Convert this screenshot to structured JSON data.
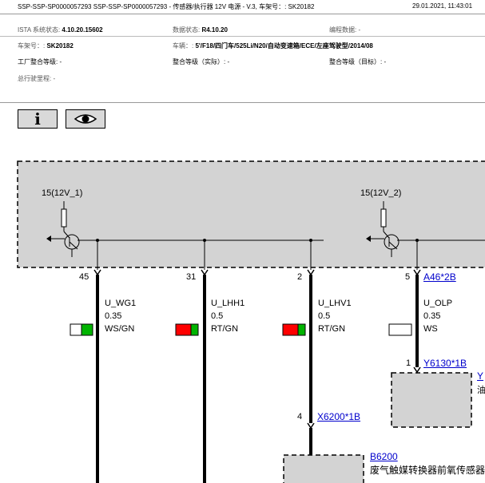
{
  "header": {
    "title": "SSP-SSP-SP0000057293 SSP-SSP-SP0000057293 - 传感器/执行器 12V 电源 - V.3, 车架号：: SK20182",
    "datetime": "29.01.2021, 11:43:01"
  },
  "meta": {
    "ista_status_label": "ISTA 系统状态: ",
    "ista_status_value": "4.10.20.15602",
    "data_status_label": "数据状态: ",
    "data_status_value": "R4.10.20",
    "programming_label": "编程数据: -",
    "vin_label": "车架号：: ",
    "vin_value": "SK20182",
    "vehicle_label": "车辆：: ",
    "vehicle_value": "5'/F18/四门车/525Li/N20/自动变速箱/ECE/左座驾驶型/2014/08",
    "factory_level": "工厂整合等级: -",
    "actual_level": "整合等级（实际）: -",
    "target_level": "整合等级（目标）: -",
    "mileage": "总行驶里程: -"
  },
  "toolbar": {
    "info_icon": "info-icon",
    "view_icon": "eye-icon"
  },
  "diagram": {
    "supply_left": "15(12V_1)",
    "supply_right": "15(12V_2)",
    "wires": [
      {
        "pin": "45",
        "signal": "U_WG1",
        "size": "0.35",
        "color": "WS/GN",
        "swatch": [
          "#ffffff",
          "#00b400"
        ]
      },
      {
        "pin": "31",
        "signal": "U_LHH1",
        "size": "0.5",
        "color": "RT/GN",
        "swatch": [
          "#ff0000",
          "#00b400"
        ]
      },
      {
        "pin": "2",
        "signal": "U_LHV1",
        "size": "0.5",
        "color": "RT/GN",
        "swatch": [
          "#ff0000",
          "#00b400"
        ]
      },
      {
        "pin": "5",
        "signal": "U_OLP",
        "size": "0.35",
        "color": "WS",
        "swatch": [
          "#ffffff"
        ]
      }
    ],
    "connector_a46": "A46*2B",
    "connector_y6130_pin": "1",
    "connector_y6130": "Y6130*1B",
    "y_partial_1": "Y",
    "y_partial_2": "油",
    "connector_x6200_pin": "4",
    "connector_x6200": "X6200*1B",
    "component_b6200": "B6200",
    "component_b6200_desc": "废气触媒转换器前氧传感器"
  }
}
